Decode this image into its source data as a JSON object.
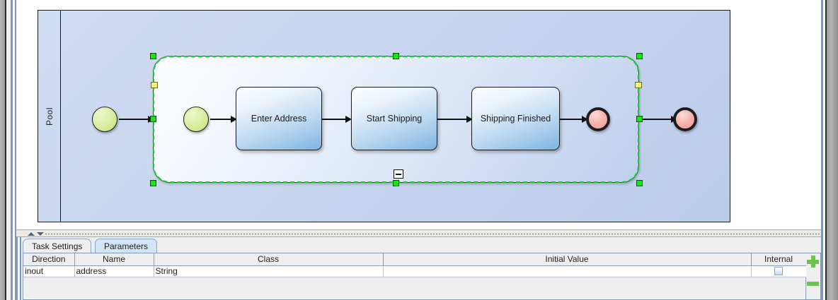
{
  "canvas": {
    "pool": {
      "label": "Pool"
    },
    "subprocess": {
      "selected": true,
      "collapse_marker": "minus-marker"
    },
    "nodes": [
      {
        "id": "start-outer",
        "type": "start-event",
        "label": ""
      },
      {
        "id": "start-inner",
        "type": "start-event",
        "label": ""
      },
      {
        "id": "task-enter-address",
        "type": "task",
        "label": "Enter Address"
      },
      {
        "id": "task-start-shipping",
        "type": "task",
        "label": "Start Shipping"
      },
      {
        "id": "task-shipping-finished",
        "type": "task",
        "label": "Shipping Finished"
      },
      {
        "id": "end-inner",
        "type": "end-event",
        "label": ""
      },
      {
        "id": "end-outer",
        "type": "end-event",
        "label": ""
      }
    ],
    "colors": {
      "pool_fill": "#c6d4ee",
      "selection": "#00d81a",
      "handle": "#19e219",
      "round_handle": "#f4f07a",
      "start_event": "#c5e079",
      "end_event": "#ea9b96",
      "task_fill": "#7fb4e2"
    }
  },
  "divider": {
    "collapse_up_icon": "triangle-up-icon",
    "collapse_down_icon": "triangle-down-icon"
  },
  "bottom_panel": {
    "tabs": [
      {
        "id": "task-settings",
        "label": "Task Settings",
        "active": false
      },
      {
        "id": "parameters",
        "label": "Parameters",
        "active": true
      }
    ],
    "table": {
      "columns": [
        "Direction",
        "Name",
        "Class",
        "Initial Value",
        "Internal"
      ],
      "rows": [
        {
          "direction": "inout",
          "name": "address",
          "class": "String",
          "initial_value": "",
          "internal": false
        }
      ]
    },
    "actions": {
      "add_label": "+",
      "remove_label": "–",
      "add_icon": "plus-icon",
      "remove_icon": "minus-icon",
      "color": "#6ec252"
    }
  }
}
